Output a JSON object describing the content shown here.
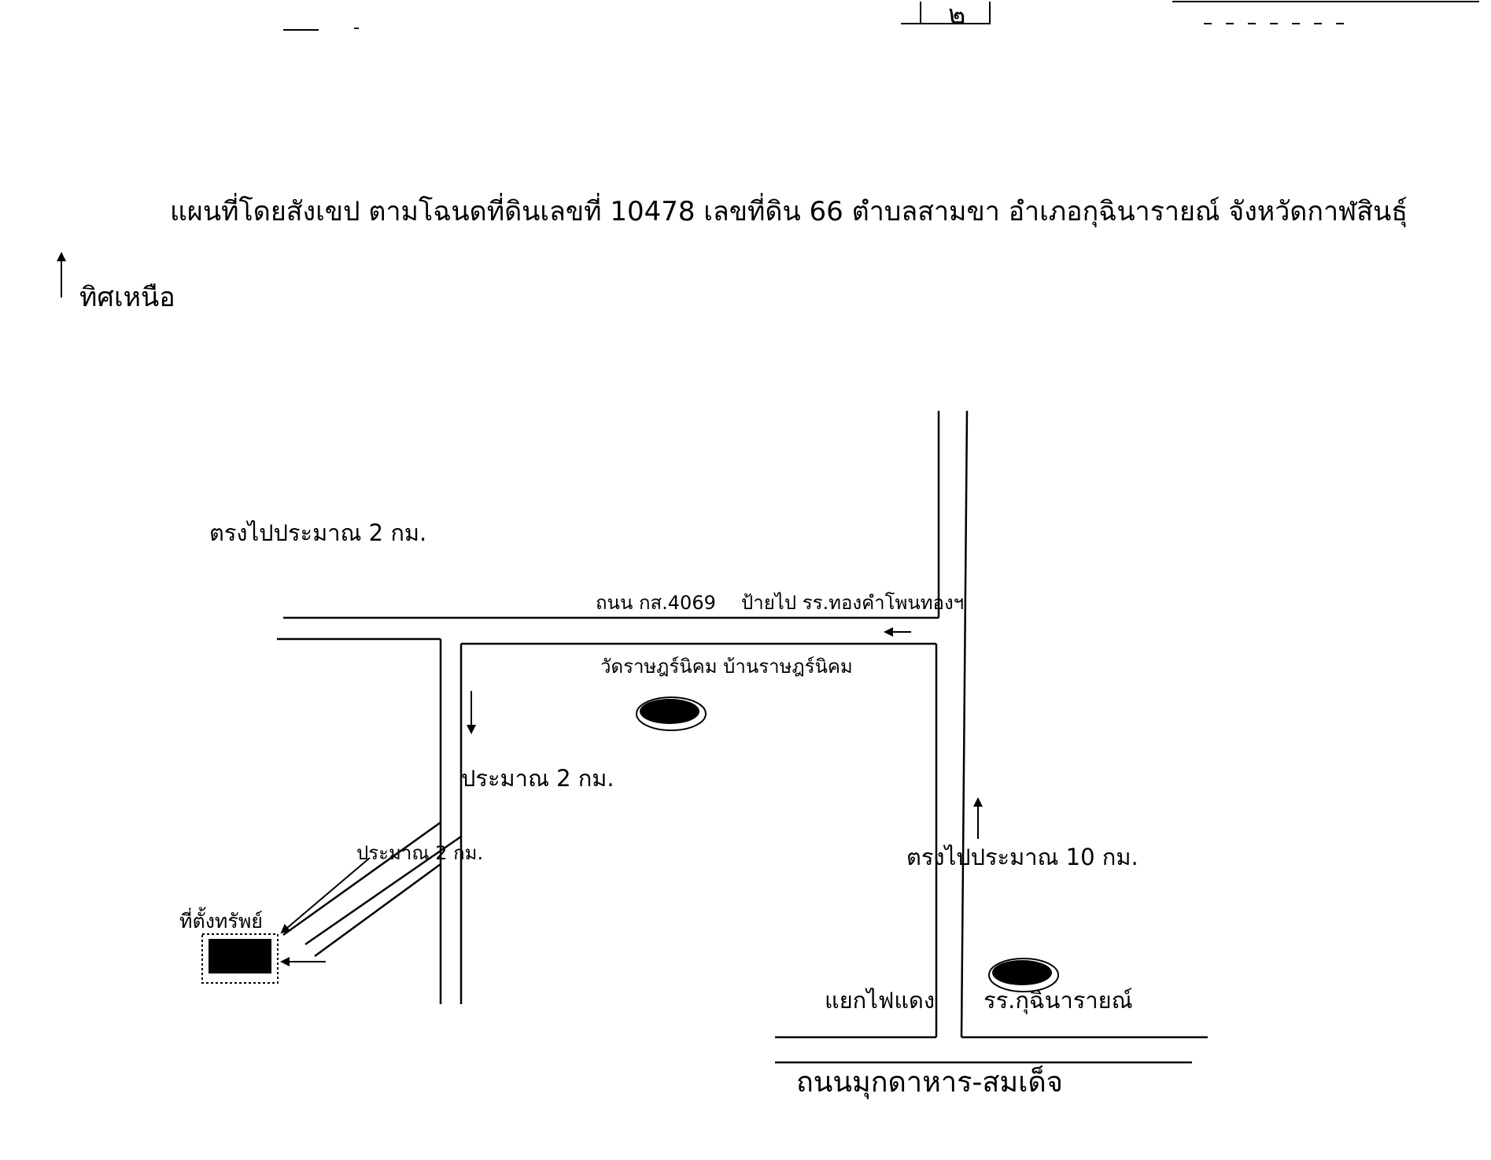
{
  "header": {
    "page_number": "๒"
  },
  "map": {
    "title": "แผนที่โดยสังเขป ตามโฉนดที่ดินเลขที่ 10478 เลขที่ดิน 66 ตำบลสามขา อำเภอกุฉินารายณ์  จังหวัดกาฬสินธุ์",
    "north_label": "ทิศเหนือ",
    "labels": {
      "straight_2km": "ตรงไปประมาณ 2 กม.",
      "road_4069": "ถนน กส.4069",
      "sign_school": "ป้ายไป รร.ทองคำโพนทองฯ",
      "temple": "วัดราษฎร์นิคม บ้านราษฎร์นิคม",
      "approx_2km_road": "ประมาณ 2 กม.",
      "approx_2km_diag": "ประมาณ 2 กม.",
      "property": "ที่ตั้งทรัพย์",
      "straight_10km": "ตรงไปประมาณ 10 กม.",
      "traffic_light": "แยกไฟแดง",
      "school_kuchinarai": "รร.กุฉินารายณ์",
      "main_road": "ถนนมุกดาหาร-สมเด็จ"
    },
    "symbols": {
      "north_arrow": "arrow-up-icon",
      "landmark": "oval-landmark-icon",
      "property_marker": "filled-rectangle-icon"
    },
    "colors": {
      "ink": "#000000",
      "paper": "#ffffff"
    }
  }
}
